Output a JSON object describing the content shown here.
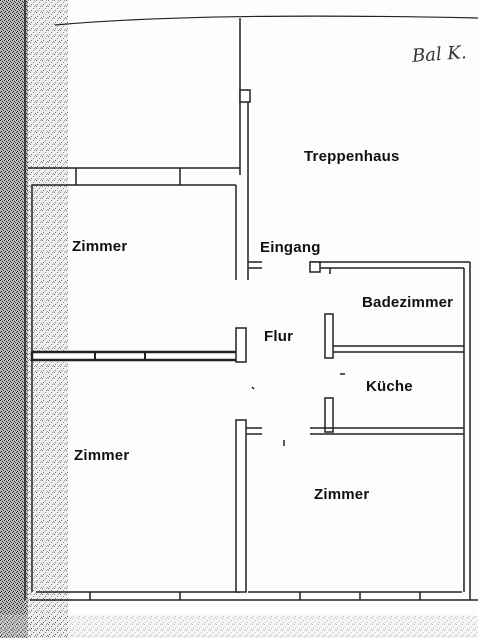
{
  "floorplan": {
    "annotation": "Bal K.",
    "rooms": [
      {
        "id": "treppenhaus",
        "label": "Treppenhaus"
      },
      {
        "id": "zimmer-top-left",
        "label": "Zimmer"
      },
      {
        "id": "eingang",
        "label": "Eingang"
      },
      {
        "id": "badezimmer",
        "label": "Badezimmer"
      },
      {
        "id": "flur",
        "label": "Flur"
      },
      {
        "id": "kueche",
        "label": "Küche"
      },
      {
        "id": "zimmer-bottom-left",
        "label": "Zimmer"
      },
      {
        "id": "zimmer-bottom-right",
        "label": "Zimmer"
      }
    ]
  },
  "colors": {
    "wall": "#222222",
    "noise": "#555555",
    "paper": "#fdfdfd"
  }
}
